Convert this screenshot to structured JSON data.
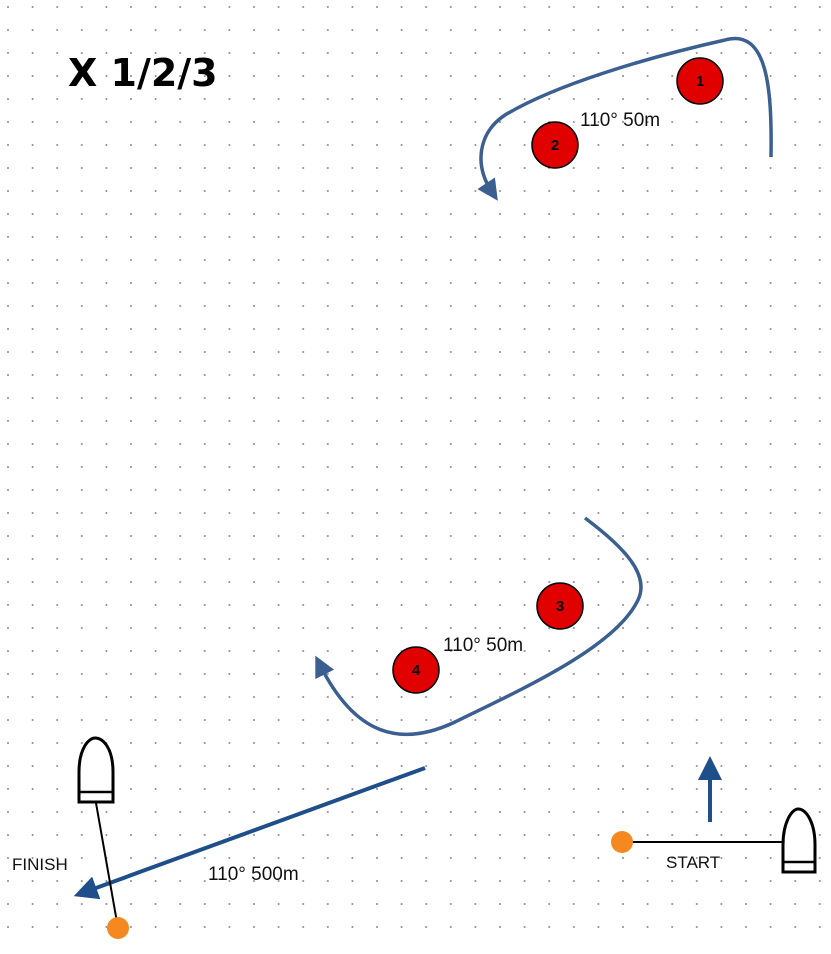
{
  "title": "X 1/2/3",
  "colors": {
    "course_line": "#3a5f90",
    "dark_arrow": "#1f4f8a",
    "mark_fill": "#e00000",
    "end_buoy": "#f5881f",
    "dot_grid": "#8a8a8a"
  },
  "marks": [
    {
      "number": "1"
    },
    {
      "number": "2"
    },
    {
      "number": "3"
    },
    {
      "number": "4"
    }
  ],
  "legs": [
    {
      "label": "110° 50m"
    },
    {
      "label": "110° 50m"
    },
    {
      "label": "110° 500m"
    }
  ],
  "start_label": "START",
  "finish_label": "FINISH",
  "icons": [
    "committee-boat-icon",
    "buoy-icon",
    "wind-arrow-icon"
  ]
}
